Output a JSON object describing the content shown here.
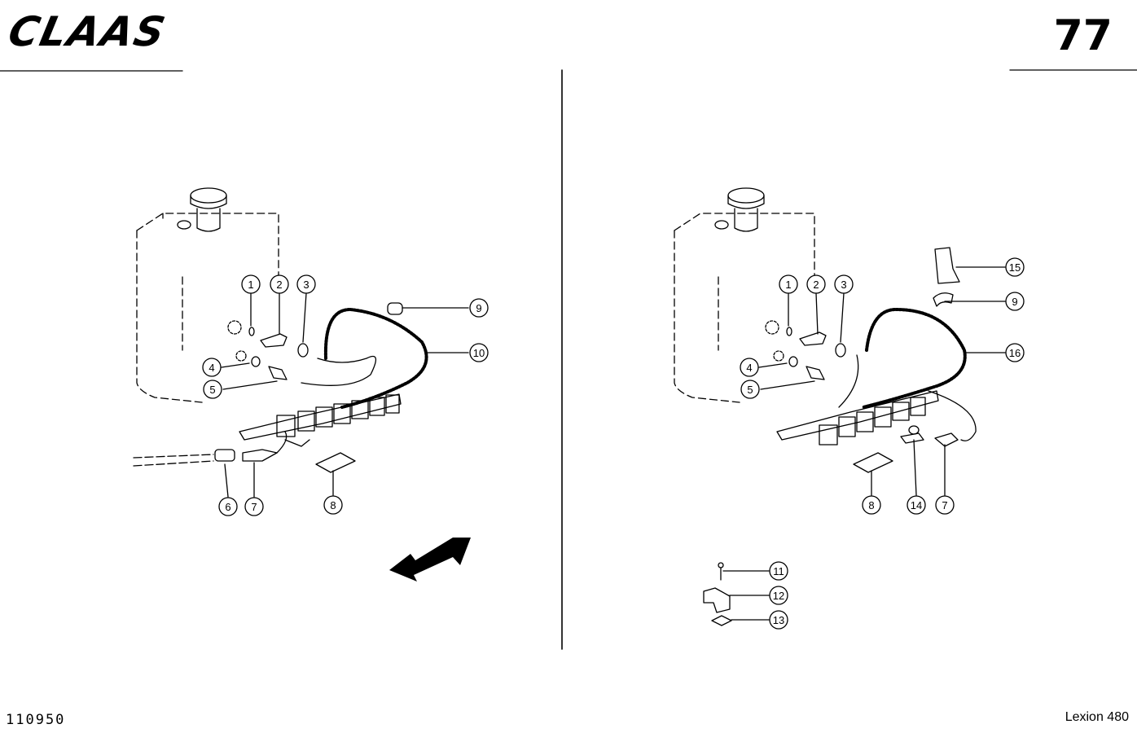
{
  "header": {
    "brand": "CLAAS",
    "page_number": "77"
  },
  "footer": {
    "doc_number": "110950",
    "model": "Lexion 480"
  },
  "left_callouts": [
    "1",
    "2",
    "3",
    "4",
    "5",
    "6",
    "7",
    "8",
    "9",
    "10"
  ],
  "right_callouts": [
    "1",
    "2",
    "3",
    "4",
    "5",
    "7",
    "8",
    "9",
    "11",
    "12",
    "13",
    "14",
    "15",
    "16"
  ]
}
